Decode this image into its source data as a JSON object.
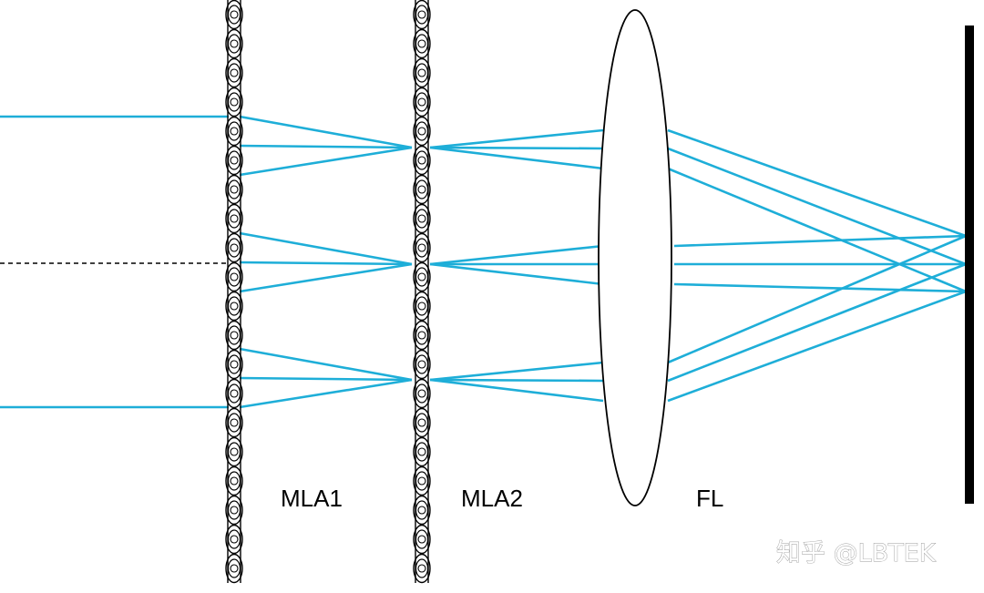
{
  "labels": {
    "mla1": "MLA1",
    "mla2": "MLA2",
    "fl": "FL"
  },
  "watermark": "知乎 @LBTEK",
  "colors": {
    "ray": "#1eaed8",
    "ink": "#000000",
    "background": "#ffffff"
  }
}
